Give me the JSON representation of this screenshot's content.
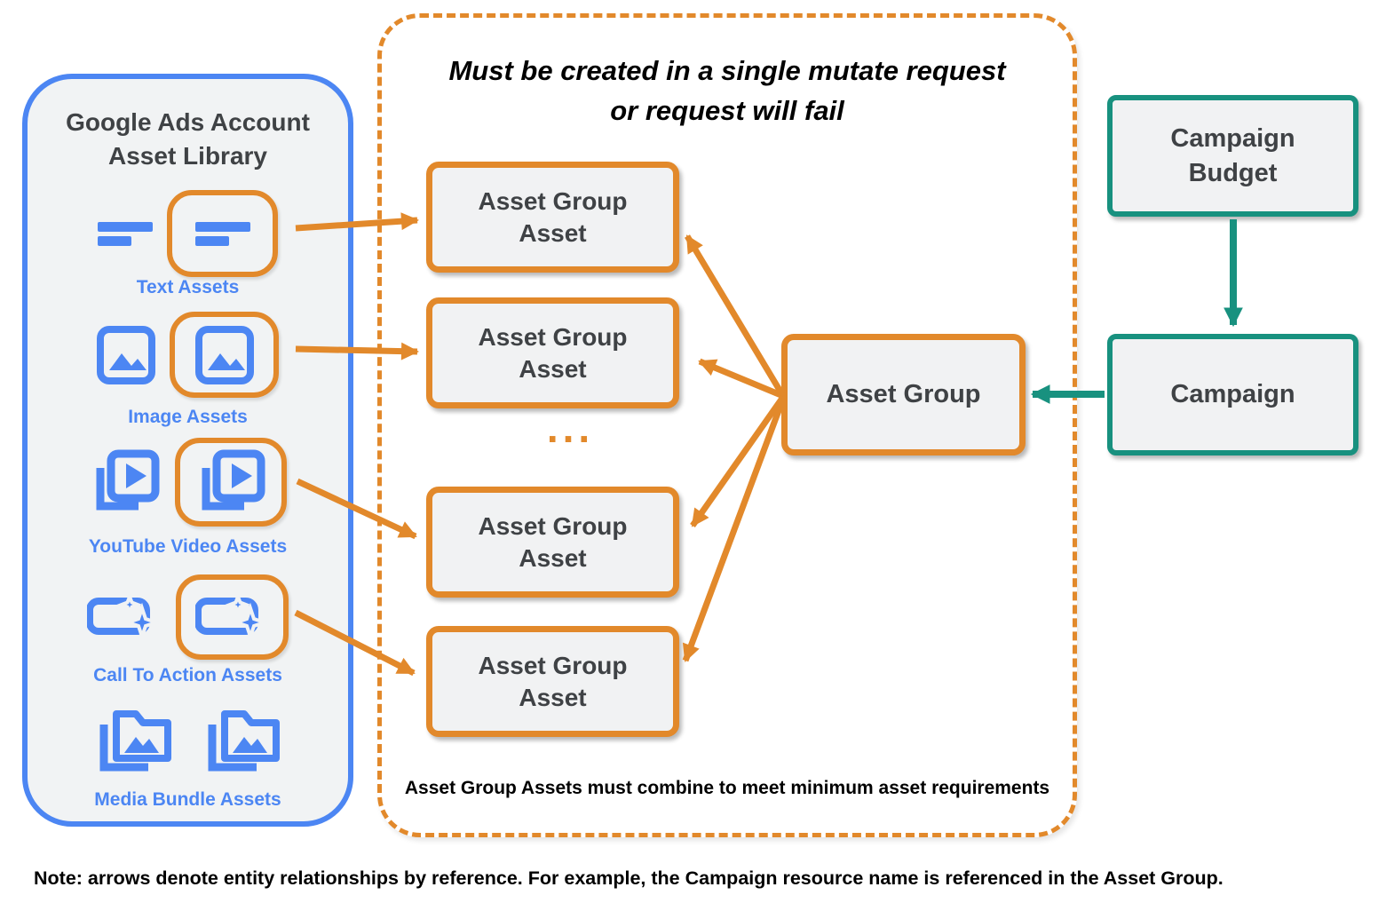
{
  "library": {
    "title_line1": "Google Ads Account",
    "title_line2": "Asset Library",
    "rows": [
      {
        "label": "Text Assets",
        "icon": "text-asset-icon"
      },
      {
        "label": "Image Assets",
        "icon": "image-asset-icon"
      },
      {
        "label": "YouTube Video  Assets",
        "icon": "youtube-video-asset-icon"
      },
      {
        "label": "Call To Action Assets",
        "icon": "call-to-action-asset-icon"
      },
      {
        "label": "Media Bundle  Assets",
        "icon": "media-bundle-asset-icon"
      }
    ]
  },
  "mutate_container": {
    "title_line1": "Must be created in a single mutate request",
    "title_line2": "or request will fail",
    "ellipsis": "...",
    "footnote": "Asset Group Assets must combine to meet minimum asset requirements"
  },
  "asset_group_asset": {
    "label_line1": "Asset Group",
    "label_line2": "Asset"
  },
  "asset_group": {
    "label": "Asset Group"
  },
  "campaign_budget": {
    "label_line1": "Campaign",
    "label_line2": "Budget"
  },
  "campaign": {
    "label": "Campaign"
  },
  "note": "Note: arrows denote entity relationships by reference. For example, the Campaign resource name is referenced in the Asset Group.",
  "colors": {
    "blue": "#4C86F3",
    "orange": "#E2892B",
    "teal": "#18917F",
    "dark_text": "#3F4245",
    "box_fill": "#F1F2F3",
    "panel_fill": "#F1F3F4"
  }
}
